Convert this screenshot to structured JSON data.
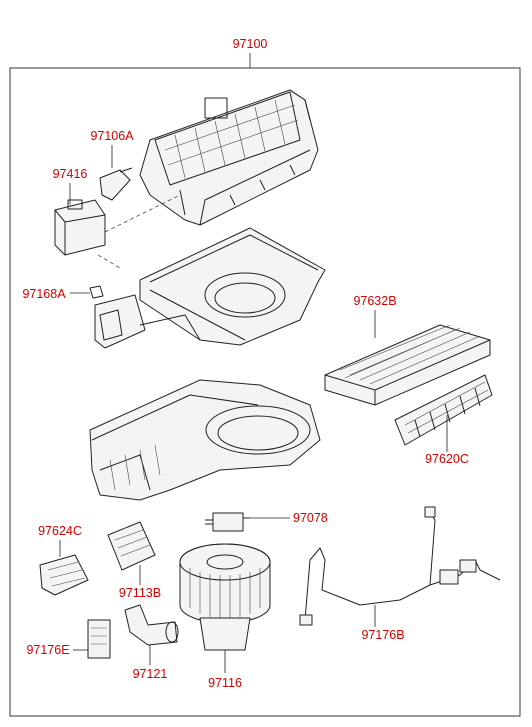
{
  "labels": {
    "assembly": "97100",
    "upper_case": "97106A",
    "actuator": "97416",
    "clip": "97168A",
    "filter": "97632B",
    "filter_cover": "97620C",
    "resistor_a": "97624C",
    "resistor_b": "97113B",
    "relay": "97078",
    "small_block": "97176E",
    "duct": "97121",
    "blower_motor": "97116",
    "harness": "97176B"
  }
}
